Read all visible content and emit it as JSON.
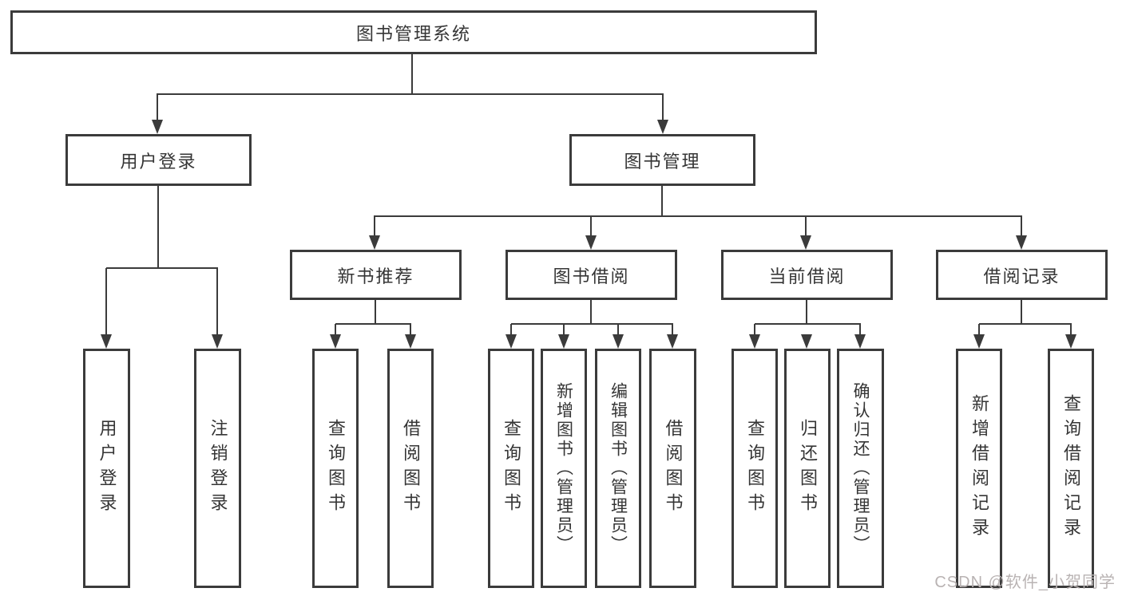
{
  "colors": {
    "line": "#3b3b3b",
    "box_border": "#3b3b3b",
    "text": "#353535",
    "background": "#ffffff",
    "watermark": "#b9b3b3"
  },
  "watermark": "CSDN @软件_小贺同学",
  "diagram": {
    "root": {
      "label": "图书管理系统"
    },
    "level2": [
      {
        "label": "用户登录"
      },
      {
        "label": "图书管理"
      }
    ],
    "level3": [
      {
        "label": "新书推荐"
      },
      {
        "label": "图书借阅"
      },
      {
        "label": "当前借阅"
      },
      {
        "label": "借阅记录"
      }
    ],
    "leaves": [
      {
        "label": "用户登录"
      },
      {
        "label": "注销登录"
      },
      {
        "label": "查询图书"
      },
      {
        "label": "借阅图书"
      },
      {
        "label": "查询图书"
      },
      {
        "label": "新增图书（管理员）"
      },
      {
        "label": "编辑图书（管理员）"
      },
      {
        "label": "借阅图书"
      },
      {
        "label": "查询图书"
      },
      {
        "label": "归还图书"
      },
      {
        "label": "确认归还（管理员）"
      },
      {
        "label": "新增借阅记录"
      },
      {
        "label": "查询借阅记录"
      }
    ]
  }
}
